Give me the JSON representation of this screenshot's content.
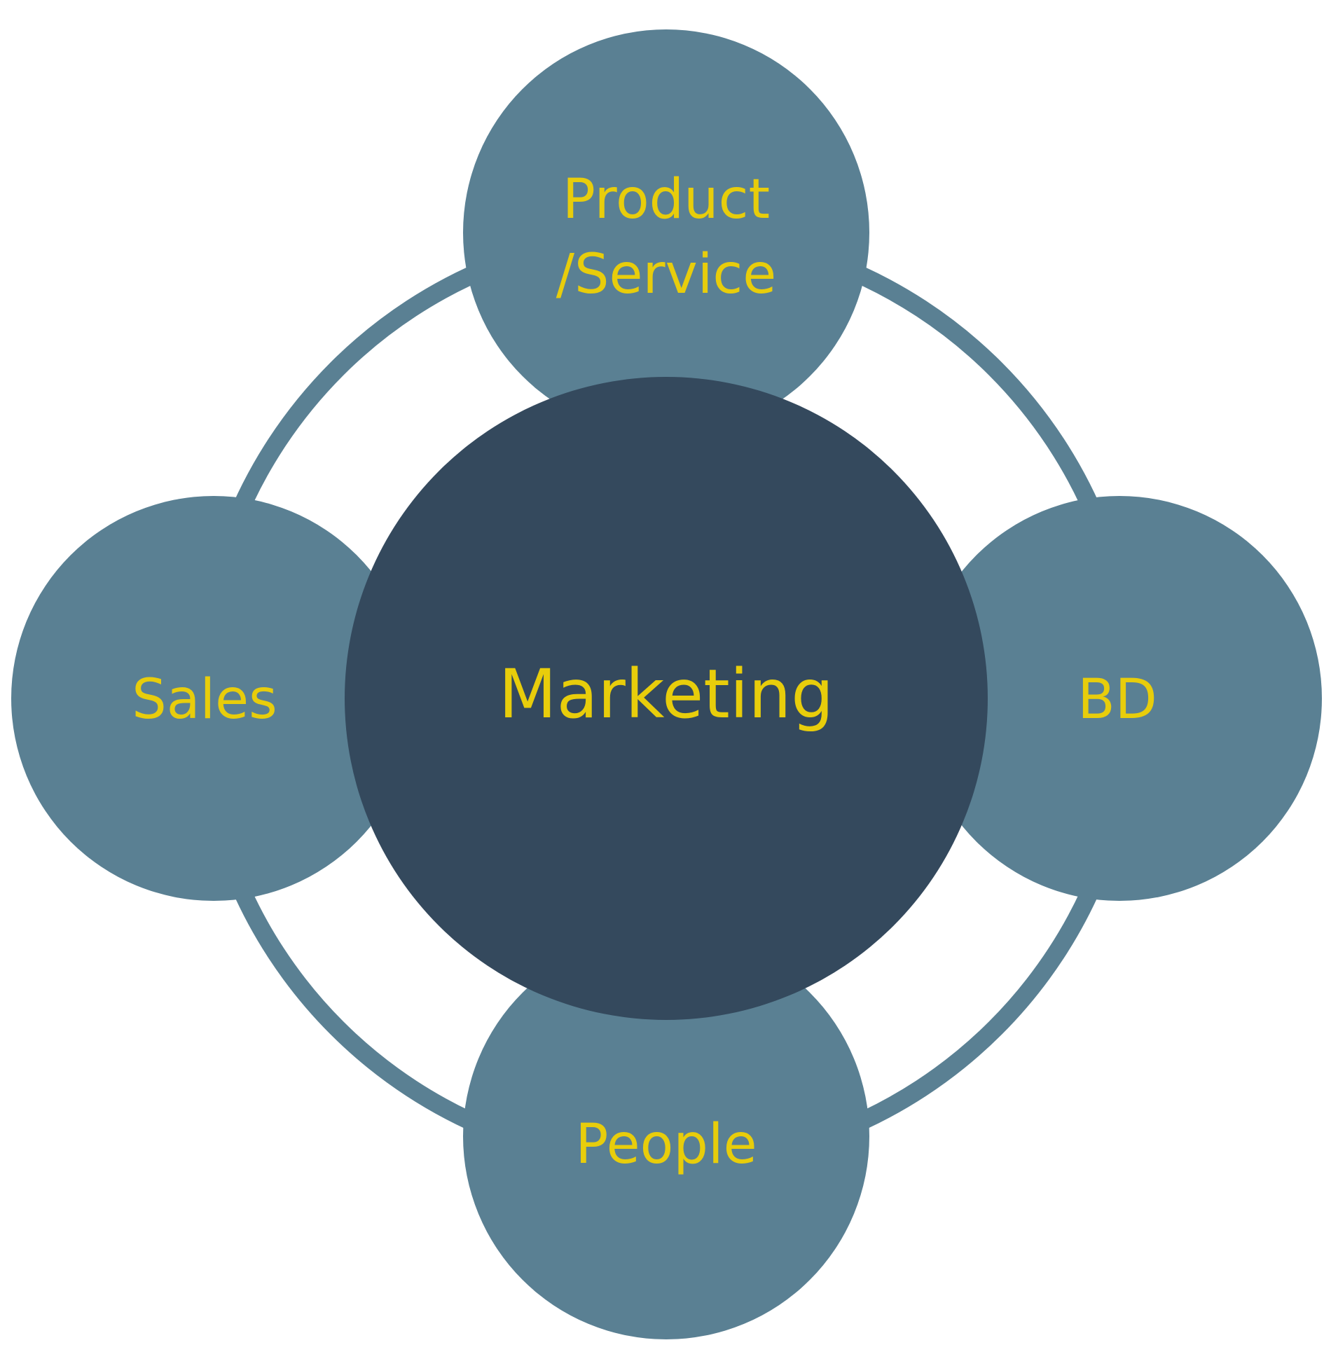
{
  "colors": {
    "background": "#ffffff",
    "outer_ring": "#5a8093",
    "satellite_fill": "#5a8093",
    "center_fill": "#34495d",
    "label_text": "#e8cd0b"
  },
  "center": {
    "label": "Marketing"
  },
  "satellites": {
    "top": {
      "line1": "Product",
      "line2": "/Service"
    },
    "right": {
      "label": "BD"
    },
    "bottom": {
      "label": "People"
    },
    "left": {
      "label": "Sales"
    }
  }
}
